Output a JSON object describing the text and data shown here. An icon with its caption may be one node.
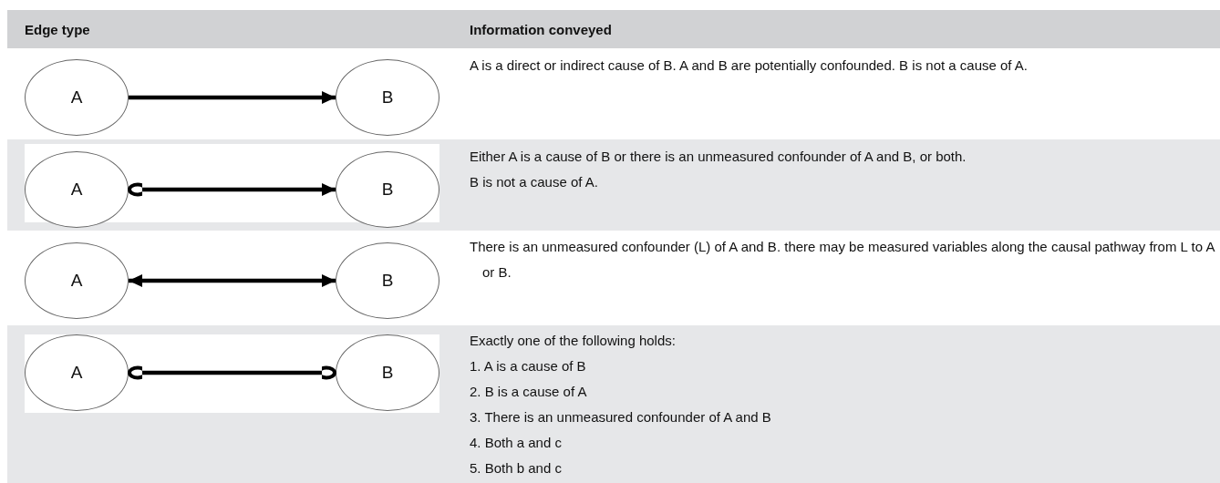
{
  "diagram": {
    "nodes": [
      {
        "text": [
          "A"
        ]
      },
      {
        "text": [
          "B"
        ]
      },
      {
        "text": [
          "A"
        ]
      },
      {
        "text": [
          "B"
        ]
      },
      {
        "text": [
          "A"
        ]
      },
      {
        "text": [
          "B"
        ]
      },
      {
        "text": [
          "A"
        ]
      },
      {
        "text": [
          "B"
        ]
      }
    ],
    "edges": [
      {
        "from": 0,
        "to": 1,
        "arrow": "to"
      },
      {
        "from": 2,
        "to": 3,
        "arrow": "to"
      },
      {
        "from": 4,
        "to": 5,
        "arrow": "both"
      },
      {
        "from": 6,
        "to": 7,
        "arrow": "other"
      }
    ],
    "labels": [
      "Edge type",
      "Information conveyed",
      "A is a direct or indirect cause of B. A and B are potentially confounded. B is not a cause of A.",
      "Either A is a cause of B or there is an unmeasured confounder of A and B, or both.",
      "B is not a cause of A.",
      "There is an unmeasured confounder (L) of A and B. there may be measured variables along the causal pathway from L to A or B.",
      "Exactly one of the following holds:",
      "1. A is a cause of B",
      "2. B is a cause of A",
      "3. There is an unmeasured confounder of A and B",
      "4. Both a and c",
      "5. Both b and c"
    ]
  }
}
